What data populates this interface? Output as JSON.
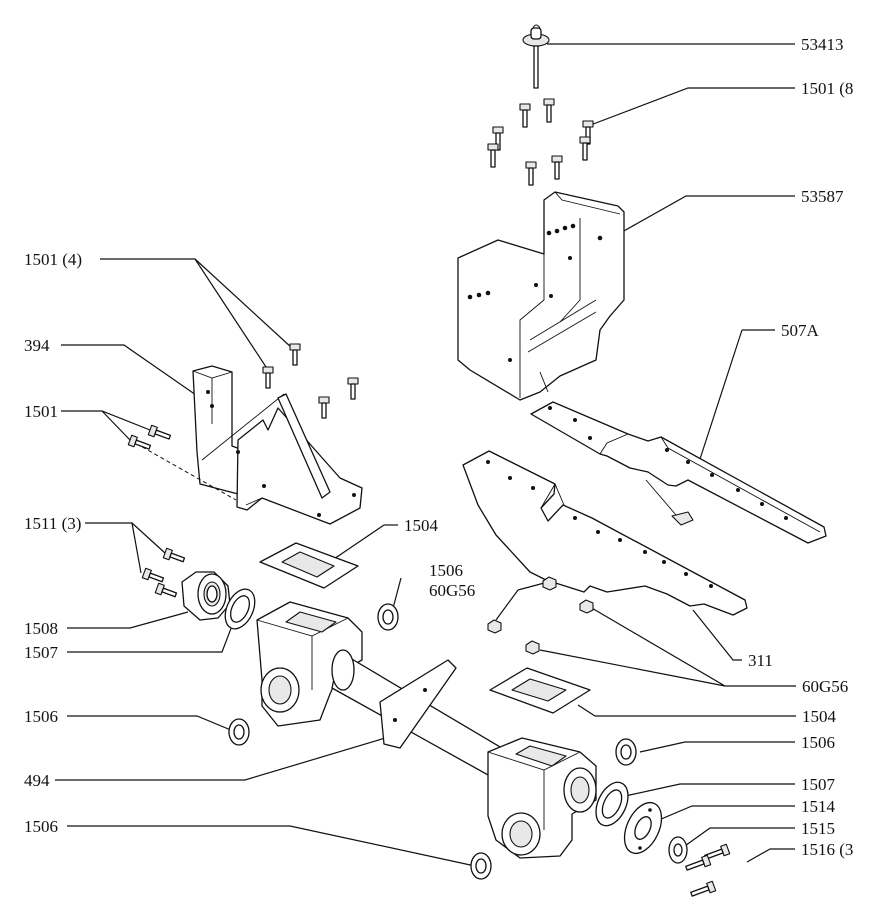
{
  "callouts": {
    "c53413": "53413",
    "c1501_8": "1501 (8",
    "c53587": "53587",
    "c1501_4": "1501 (4)",
    "c394": "394",
    "c507A": "507A",
    "c1501": "1501",
    "c1511_3": "1511 (3)",
    "c1504a": "1504",
    "c1506a": "1506",
    "c60G56a": "60G56",
    "c1508": "1508",
    "c1507a": "1507",
    "c311": "311",
    "c60G56b": "60G56",
    "c1506b": "1506",
    "c1504b": "1504",
    "c1506c": "1506",
    "c494": "494",
    "c1507b": "1507",
    "c1514": "1514",
    "c1515": "1515",
    "c1506d": "1506",
    "c1516_3": "1516 (3"
  }
}
